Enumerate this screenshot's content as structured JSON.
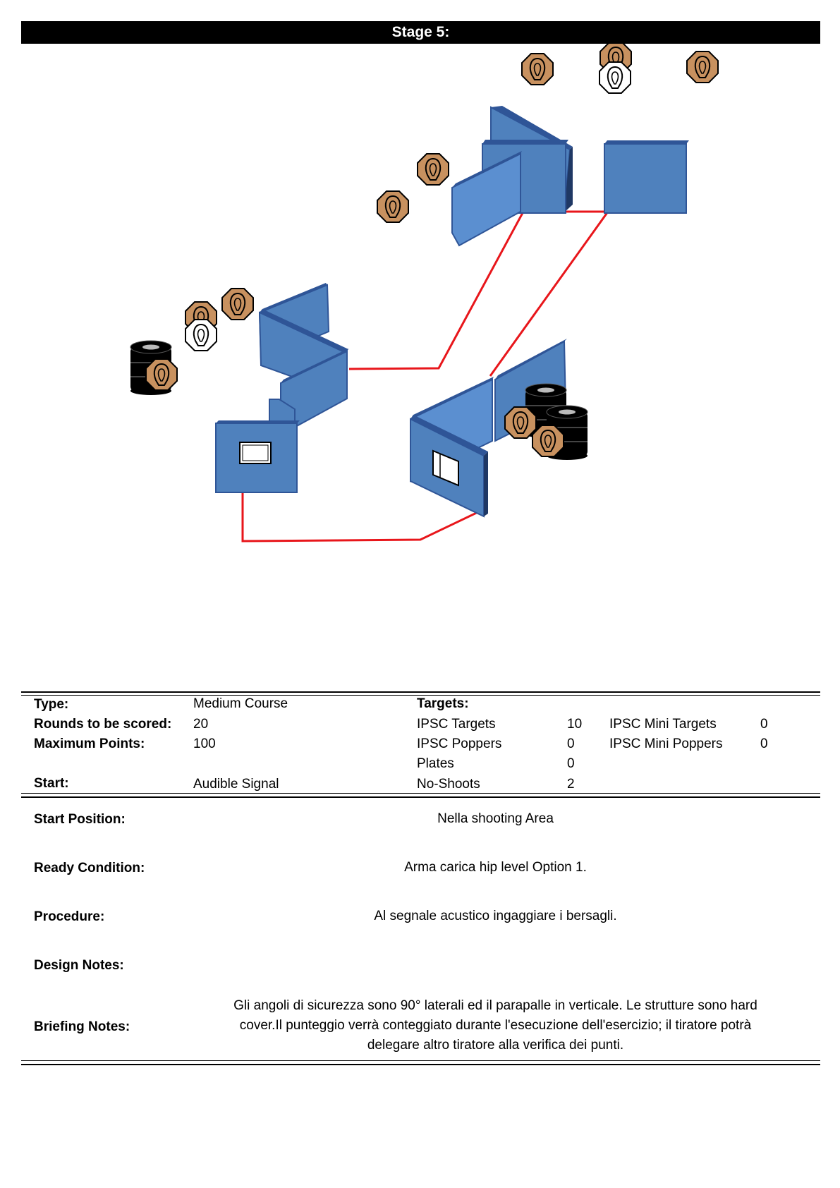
{
  "title": "Stage 5:",
  "diagram": {
    "target_icon": "ipsc-target-icon",
    "no_shoot_icon": "no-shoot-icon",
    "barrel_icon": "barrel-stack-icon",
    "wall_icon": "wall-icon",
    "fault_line_icon": "fault-line-icon",
    "colors": {
      "wall": "#4f81bd",
      "wall_dark": "#2f5597",
      "target": "#c8915f",
      "no_shoot": "#ffffff",
      "fault_line": "#e8161b",
      "barrel": "#000000"
    }
  },
  "summary": {
    "type_label": "Type:",
    "type_value": "Medium Course",
    "rounds_label": "Rounds to be scored:",
    "rounds_value": "20",
    "max_points_label": "Maximum Points:",
    "max_points_value": "100",
    "start_label": "Start:",
    "start_value": "Audible Signal",
    "targets_heading": "Targets:",
    "ipsc_targets_label": "IPSC Targets",
    "ipsc_targets_value": "10",
    "ipsc_poppers_label": "IPSC Poppers",
    "ipsc_poppers_value": "0",
    "plates_label": "Plates",
    "plates_value": "0",
    "no_shoots_label": "No-Shoots",
    "no_shoots_value": "2",
    "mini_targets_label": "IPSC Mini Targets",
    "mini_targets_value": "0",
    "mini_poppers_label": "IPSC Mini Poppers",
    "mini_poppers_value": "0"
  },
  "details": {
    "start_position_label": "Start Position:",
    "start_position_value": "Nella shooting Area",
    "ready_condition_label": "Ready Condition:",
    "ready_condition_value": "Arma carica hip level  Option 1.",
    "procedure_label": "Procedure:",
    "procedure_value": "Al segnale acustico ingaggiare i bersagli.",
    "design_notes_label": "Design Notes:",
    "design_notes_value": "",
    "briefing_notes_label": "Briefing Notes:",
    "briefing_notes_line1": "Gli angoli di sicurezza sono 90° laterali ed il parapalle in verticale. Le strutture sono hard",
    "briefing_notes_line2": "cover.Il punteggio verrà conteggiato durante l'esecuzione dell'esercizio; il tiratore potrà",
    "briefing_notes_line3": "delegare altro tiratore alla verifica  dei punti."
  }
}
